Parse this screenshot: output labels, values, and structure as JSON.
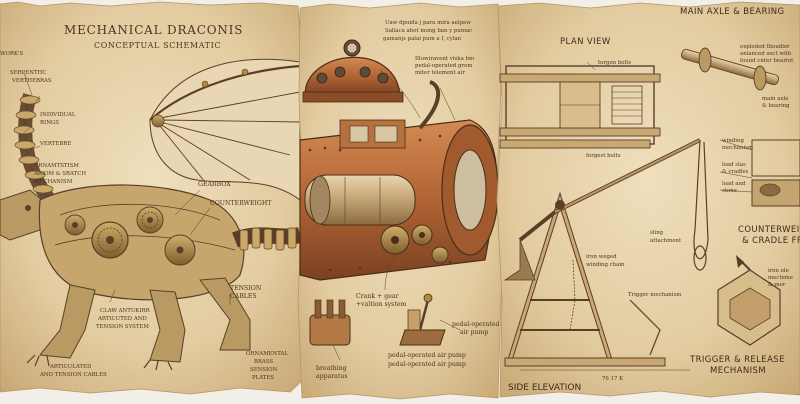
{
  "panel1": {
    "title": "MECHANICAL DRACONIS",
    "subtitle": "CONCEPTUAL SCHEMATIC",
    "labels": {
      "works": "WORK'S",
      "serpentine": "SERPENTHC",
      "vertebrae": "VERTHEBRAS",
      "individual": "INDIVIDUAL",
      "rings": "RINGS",
      "vertebre": "VERTEBRE",
      "ornamental1": "ORNAMTSTISM",
      "ornamental2": "ARIOM & SRATCH",
      "ornamental3": "MECHANISM",
      "gearbox": "GEARBOX",
      "counterweight": "COUNTERWEIGHT",
      "tension1": "TENSION",
      "tension2": "CABLES",
      "claw1": "CLAW ANTUKIRR",
      "claw2": "ARTICUTED AND",
      "claw3": "TENSION SYSTEM",
      "articulated1": "ARTICULATED",
      "articulated2": "AND TENSION CABLES",
      "brass1": "ORNAMENTAL",
      "brass2": "BRASS",
      "brass3": "SENSION",
      "brass4": "PLATES"
    }
  },
  "panel2": {
    "labels": {
      "note1": "Uaw dpuida j para mira aelpaw",
      "note2": "Sallaca ahot mong ban y pumac",
      "note3": "gamanjs palai pum a f, cylan",
      "note4": "Illuwiravent viska bm",
      "note5": "pedal-operated grom",
      "note6": "miter telement air",
      "crank1": "Crank + gear",
      "crank2": "+valtion system",
      "pump1": "pedal-operated",
      "pump2": "air pump",
      "pump3": "pedal-operated air pump",
      "pump4": "pedal-operated air pump",
      "breathing1": "breathing",
      "breathing2": "apparatus"
    }
  },
  "panel3": {
    "plan_view": "PLAN VIEW",
    "side_elevation": "SIDE ELEVATION",
    "main_axle": "MAIN AXLE & BEARING",
    "counterweight_frame": "COUNTERWEI",
    "cradle_frame": "& CRADLE FRA",
    "trigger_release1": "TRIGGER & RELEASE",
    "trigger_release2": "MECHANISM",
    "labels": {
      "torgen_bolts": "torgen bolts",
      "forgest_bolts": "forgest bolts",
      "sling1": "sling",
      "sling2": "attachment",
      "iron1": "iron weged",
      "iron2": "winding chain",
      "trigger_mech": "Trigger mechanism",
      "dimension": "76 17 K",
      "exploded1": "exploded thoudier",
      "exploded2": "anlanced sect with",
      "exploded3": "found cnter bearint",
      "main_axle_sm1": "main axle",
      "main_axle_sm2": "& bearing",
      "winding1": "winding",
      "winding2": "mechanism",
      "lead1": "lead slas",
      "lead2": "& cradles",
      "lead3": "lead and",
      "lead4": "stone",
      "iron_ele1": "iron ele",
      "iron_ele2": "mecteme",
      "iron_ele3": "& mer"
    }
  },
  "colors": {
    "parchment": "#e6d3ad",
    "parchment_dark": "#c9ab78",
    "ink": "#4a3422",
    "copper": "#b56a38",
    "brass": "#b08a45"
  }
}
